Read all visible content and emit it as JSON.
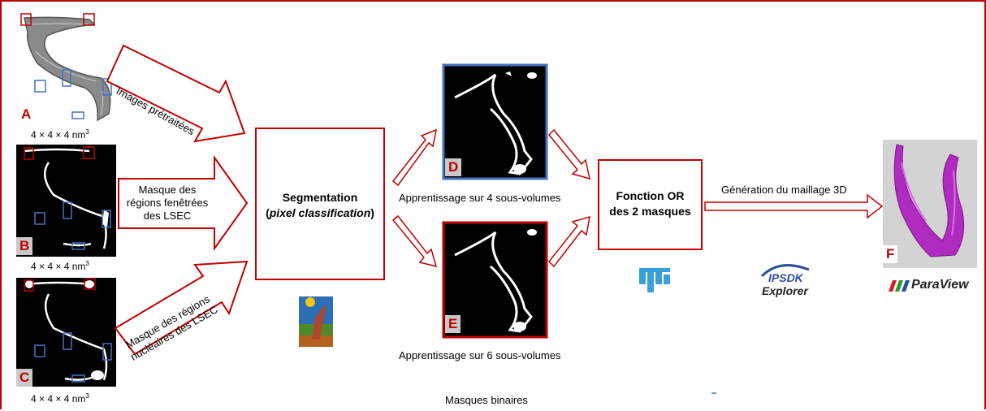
{
  "colors": {
    "accent": "#c00000",
    "blue": "#4472c4",
    "arrow_fill": "#ffffff",
    "mask_bg": "#000000"
  },
  "panels": {
    "A": {
      "letter": "A",
      "caption_prefix": "4 × 4 × 4 nm",
      "caption_sup": "3"
    },
    "B": {
      "letter": "B",
      "caption_prefix": "4 × 4 × 4 nm",
      "caption_sup": "3"
    },
    "C": {
      "letter": "C",
      "caption_prefix": "4 × 4 × 4 nm",
      "caption_sup": "3"
    },
    "D": {
      "letter": "D"
    },
    "E": {
      "letter": "E"
    },
    "F": {
      "letter": "F"
    }
  },
  "arrows": {
    "images_pretraitees": "Images prétraitées",
    "masque_fenetrees_l1": "Masque des",
    "masque_fenetrees_l2": "régions fenêtrées",
    "masque_fenetrees_l3": "des LSEC",
    "masque_nucleaires_l1": "Masque des régions",
    "masque_nucleaires_l2": "nucléaires des LSEC",
    "generation": "Génération du maillage 3D"
  },
  "boxes": {
    "segmentation_title": "Segmentation",
    "segmentation_sub": "pixel classification",
    "fonction_or_l1": "Fonction OR",
    "fonction_or_l2": "des 2 masques"
  },
  "labels": {
    "apprentissage_4": "Apprentissage sur 4 sous-volumes",
    "apprentissage_6": "Apprentissage sur 6 sous-volumes",
    "masques_binaires": "Masques binaires"
  },
  "logos": {
    "ipsdk_l1": "IPSDK",
    "ipsdk_l2": "Explorer",
    "paraview": "ParaView",
    "fiji": "fiji-logo",
    "ilastik": "ilastik-logo"
  }
}
